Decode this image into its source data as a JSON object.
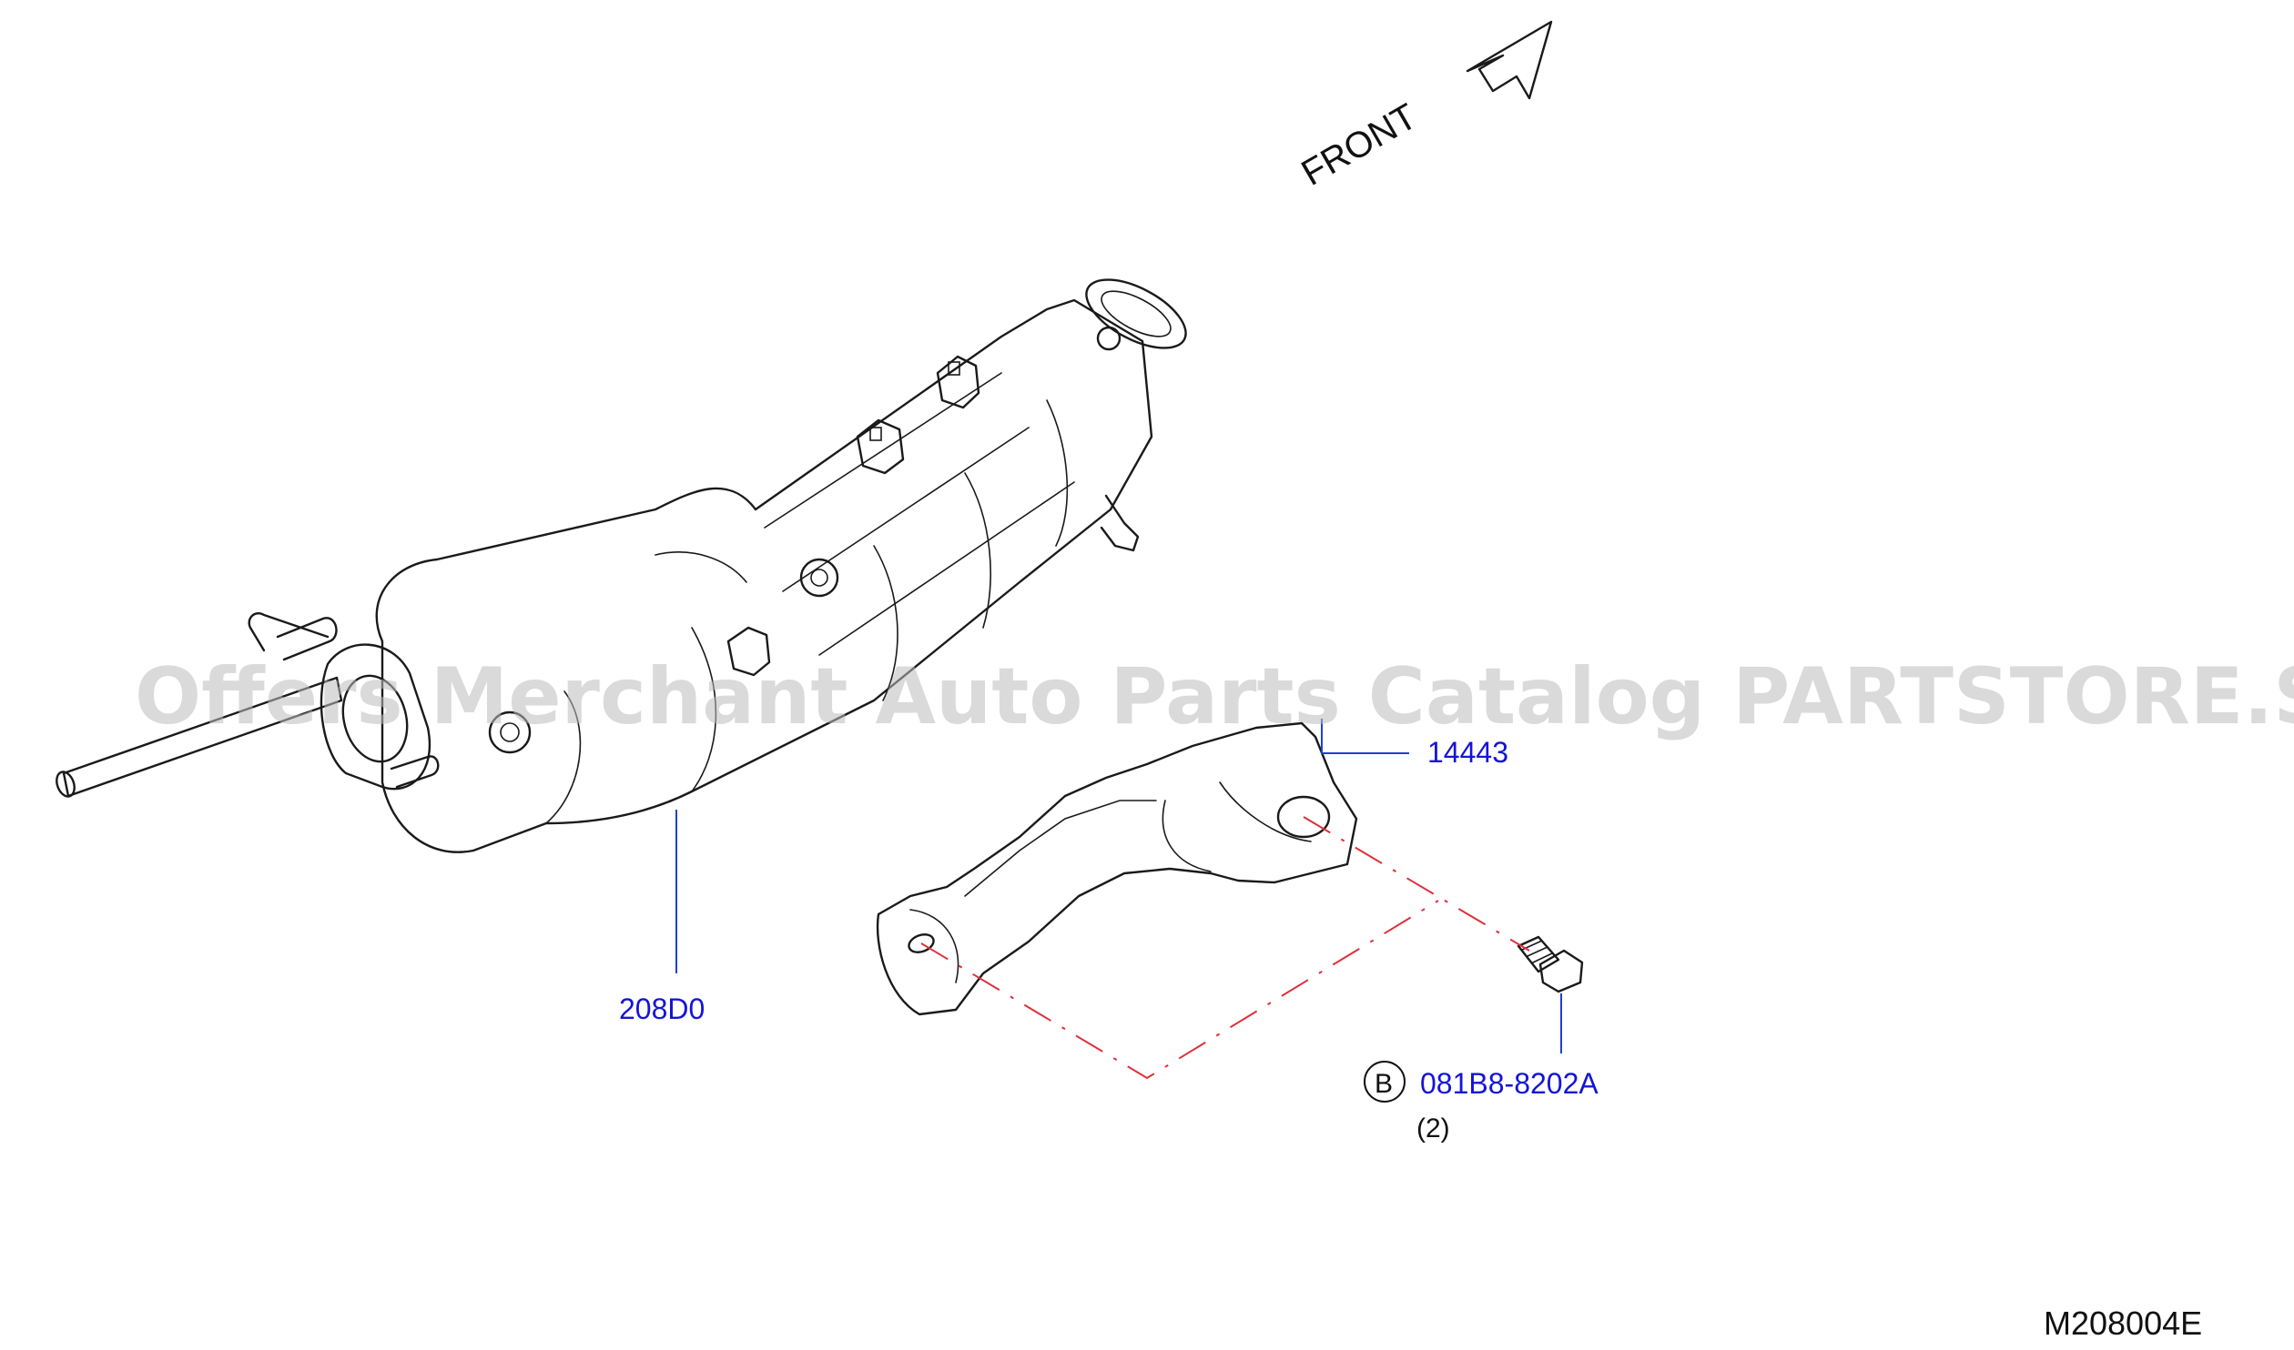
{
  "diagram": {
    "direction_label": "FRONT",
    "parts": [
      {
        "id": "208D0",
        "label": "208D0"
      },
      {
        "id": "14443",
        "label": "14443"
      },
      {
        "id": "081B8-8202A",
        "label": "081B8-8202A",
        "symbol": "B",
        "quantity": "(2)"
      }
    ],
    "figure_code": "M208004E",
    "watermark": "Offers Merchant Auto Parts Catalog PARTSTORE.SA"
  },
  "colors": {
    "callout": "#1f3fd6",
    "label": "#1414d8",
    "centerline": "#e0303a",
    "line_art": "#1a1a1a"
  }
}
